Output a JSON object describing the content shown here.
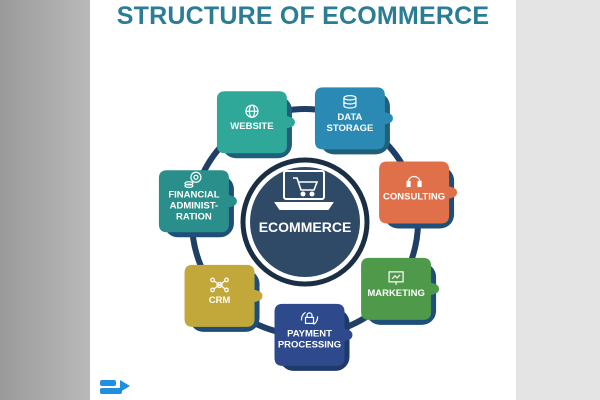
{
  "title": "STRUCTURE OF ECOMMERCE",
  "center": {
    "label": "ECOMMERCE",
    "icon": "laptop-cart-icon"
  },
  "segments": [
    {
      "id": "website",
      "lines": [
        "WEBSITE"
      ],
      "icon": "globe-icon",
      "color": "#2fa89a",
      "shadow": "#1f5f7a"
    },
    {
      "id": "data-storage",
      "lines": [
        "DATA",
        "STORAGE"
      ],
      "icon": "database-icon",
      "color": "#2b8ab3",
      "shadow": "#1f5f7a"
    },
    {
      "id": "consulting",
      "lines": [
        "CONSULTING"
      ],
      "icon": "headset-icon",
      "color": "#e07049",
      "shadow": "#1f4e78"
    },
    {
      "id": "marketing",
      "lines": [
        "MARKETING"
      ],
      "icon": "presentation-board-icon",
      "color": "#4f9a4a",
      "shadow": "#1f4e78"
    },
    {
      "id": "payment-processing",
      "lines": [
        "PAYMENT",
        "PROCESSING"
      ],
      "icon": "payment-lock-icon",
      "color": "#2e4a8c",
      "shadow": "#1f3a6a"
    },
    {
      "id": "crm",
      "lines": [
        "CRM"
      ],
      "icon": "network-icon",
      "color": "#c2a83a",
      "shadow": "#1f4e78"
    },
    {
      "id": "financial-administration",
      "lines": [
        "FINANCIAL",
        "ADMINIST-",
        "RATION"
      ],
      "icon": "coins-gear-icon",
      "color": "#2a8f8a",
      "shadow": "#1f4e78"
    }
  ],
  "colors": {
    "title": "#2a7d95",
    "ring": "#1f3f66",
    "center_fill": "#2f4a66",
    "center_border": "#1a2e44"
  },
  "logo": {
    "icon": "brand-logo-icon",
    "color": "#1f8fe0"
  }
}
